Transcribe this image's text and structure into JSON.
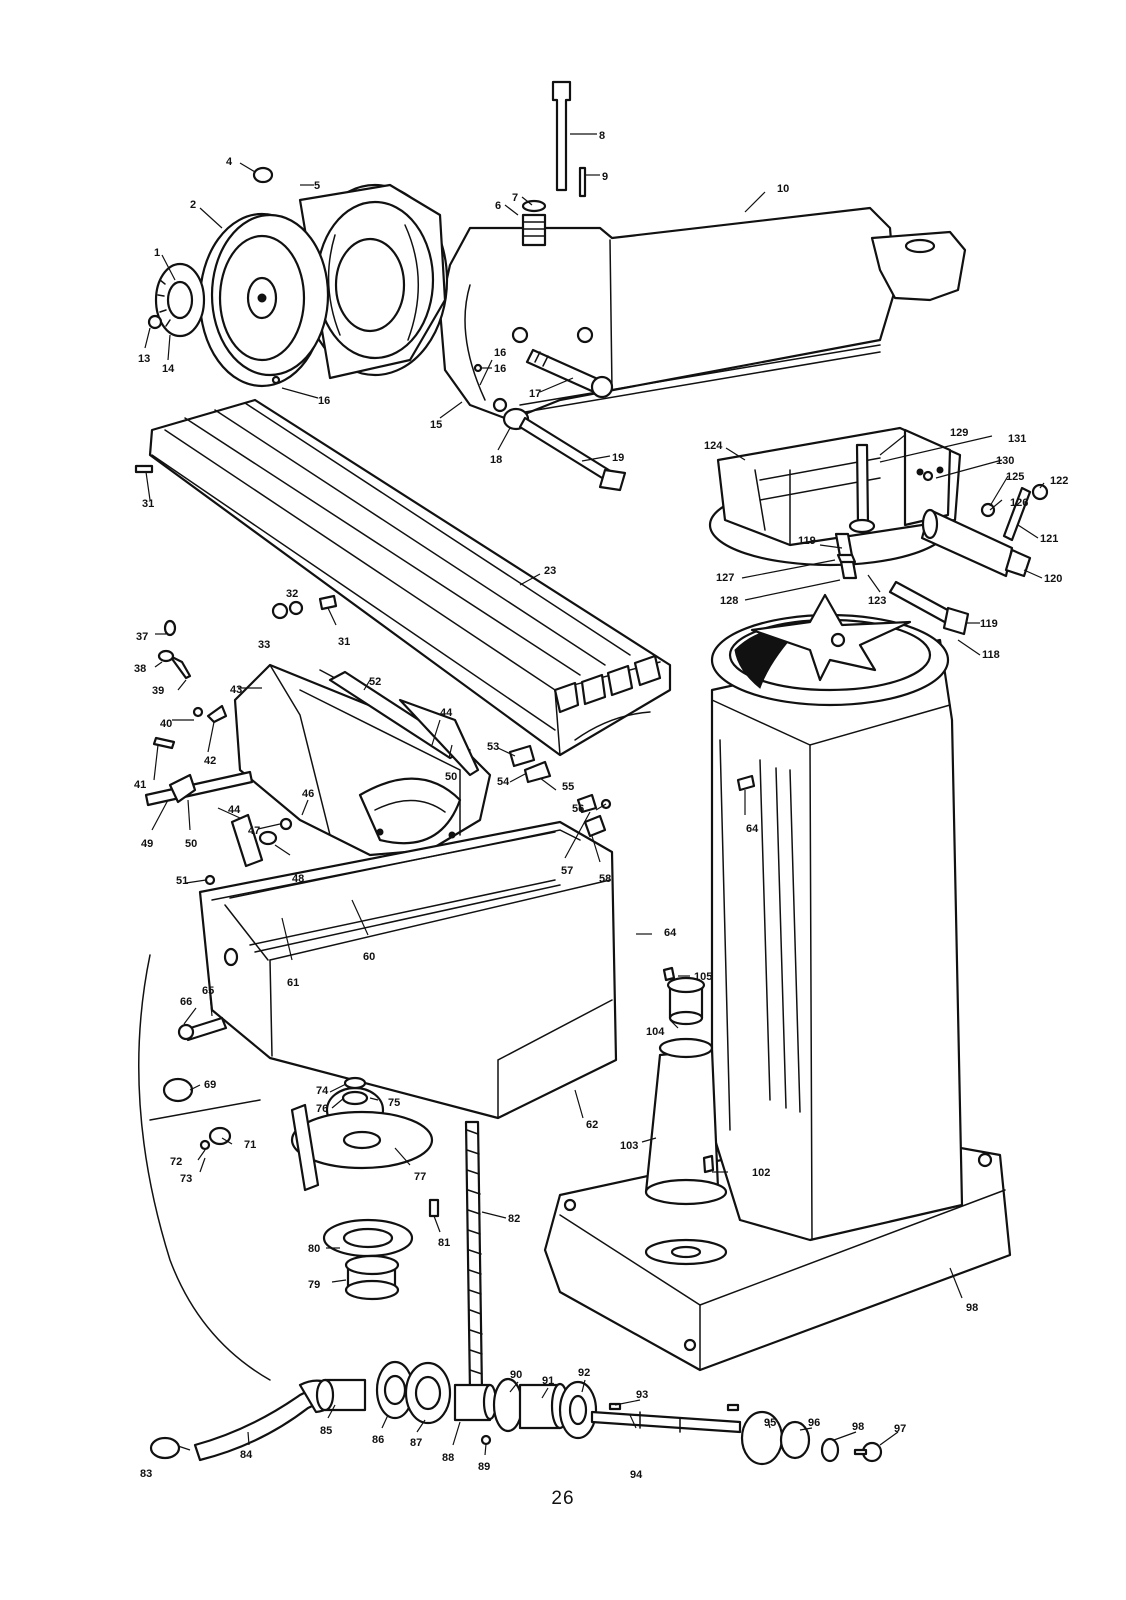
{
  "page": {
    "number": "26"
  },
  "parts": {
    "p1": "1",
    "p2": "2",
    "p4": "4",
    "p5": "5",
    "p6": "6",
    "p7": "7",
    "p8": "8",
    "p9": "9",
    "p10": "10",
    "p13": "13",
    "p14": "14",
    "p15": "15",
    "p16a": "16",
    "p16b": "16",
    "p16c": "16",
    "p17": "17",
    "p18": "18",
    "p19": "19",
    "p23": "23",
    "p31a": "31",
    "p31b": "31",
    "p32": "32",
    "p33": "33",
    "p37": "37",
    "p38": "38",
    "p39": "39",
    "p40": "40",
    "p41": "41",
    "p42": "42",
    "p43": "43",
    "p44a": "44",
    "p44b": "44",
    "p46": "46",
    "p47": "47",
    "p48": "48",
    "p49": "49",
    "p50a": "50",
    "p50b": "50",
    "p51": "51",
    "p52": "52",
    "p53": "53",
    "p54": "54",
    "p55": "55",
    "p56": "56",
    "p57": "57",
    "p58": "58",
    "p60": "60",
    "p61": "61",
    "p62": "62",
    "p64a": "64",
    "p64b": "64",
    "p65": "65",
    "p66": "66",
    "p69": "69",
    "p71": "71",
    "p72": "72",
    "p73": "73",
    "p74": "74",
    "p75": "75",
    "p76": "76",
    "p77": "77",
    "p79": "79",
    "p80": "80",
    "p81": "81",
    "p82": "82",
    "p83": "83",
    "p84": "84",
    "p85": "85",
    "p86": "86",
    "p87": "87",
    "p88": "88",
    "p89": "89",
    "p90": "90",
    "p91": "91",
    "p92": "92",
    "p93": "93",
    "p94": "94",
    "p95": "95",
    "p96": "96",
    "p97": "97",
    "p98": "98",
    "p98b": "98",
    "p102": "102",
    "p103": "103",
    "p104": "104",
    "p105": "105",
    "p118": "118",
    "p119a": "119",
    "p119b": "119",
    "p120": "120",
    "p121": "121",
    "p122": "122",
    "p123": "123",
    "p124": "124",
    "p125": "125",
    "p126": "126",
    "p127": "127",
    "p128": "128",
    "p129": "129",
    "p130": "130",
    "p131": "131"
  }
}
